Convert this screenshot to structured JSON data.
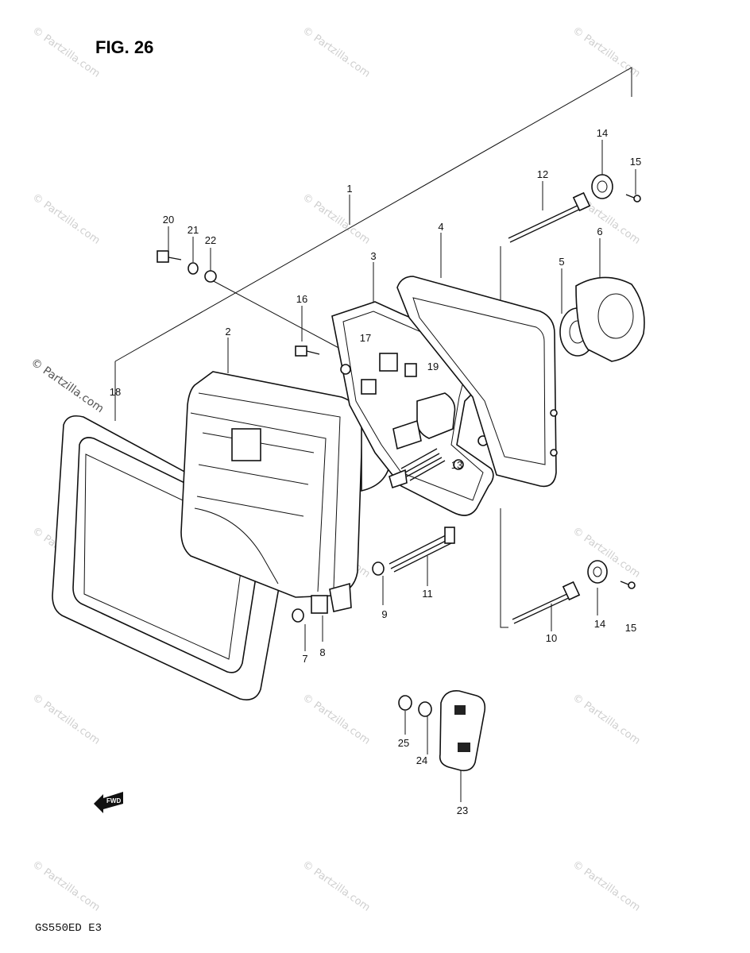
{
  "figure": {
    "title": "FIG. 26",
    "model_code": "GS550ED  E3",
    "fwd_label": "FWD"
  },
  "watermark": {
    "text": "© Partzilla.com",
    "primary_text": "© Partzilla.com"
  },
  "callouts": [
    "1",
    "2",
    "3",
    "4",
    "5",
    "6",
    "7",
    "8",
    "9",
    "10",
    "11",
    "12",
    "13",
    "14",
    "14",
    "15",
    "15",
    "16",
    "17",
    "19",
    "18",
    "20",
    "21",
    "22",
    "23",
    "24",
    "25"
  ],
  "icons": {
    "fwd_arrow": "fwd-arrow-icon"
  }
}
